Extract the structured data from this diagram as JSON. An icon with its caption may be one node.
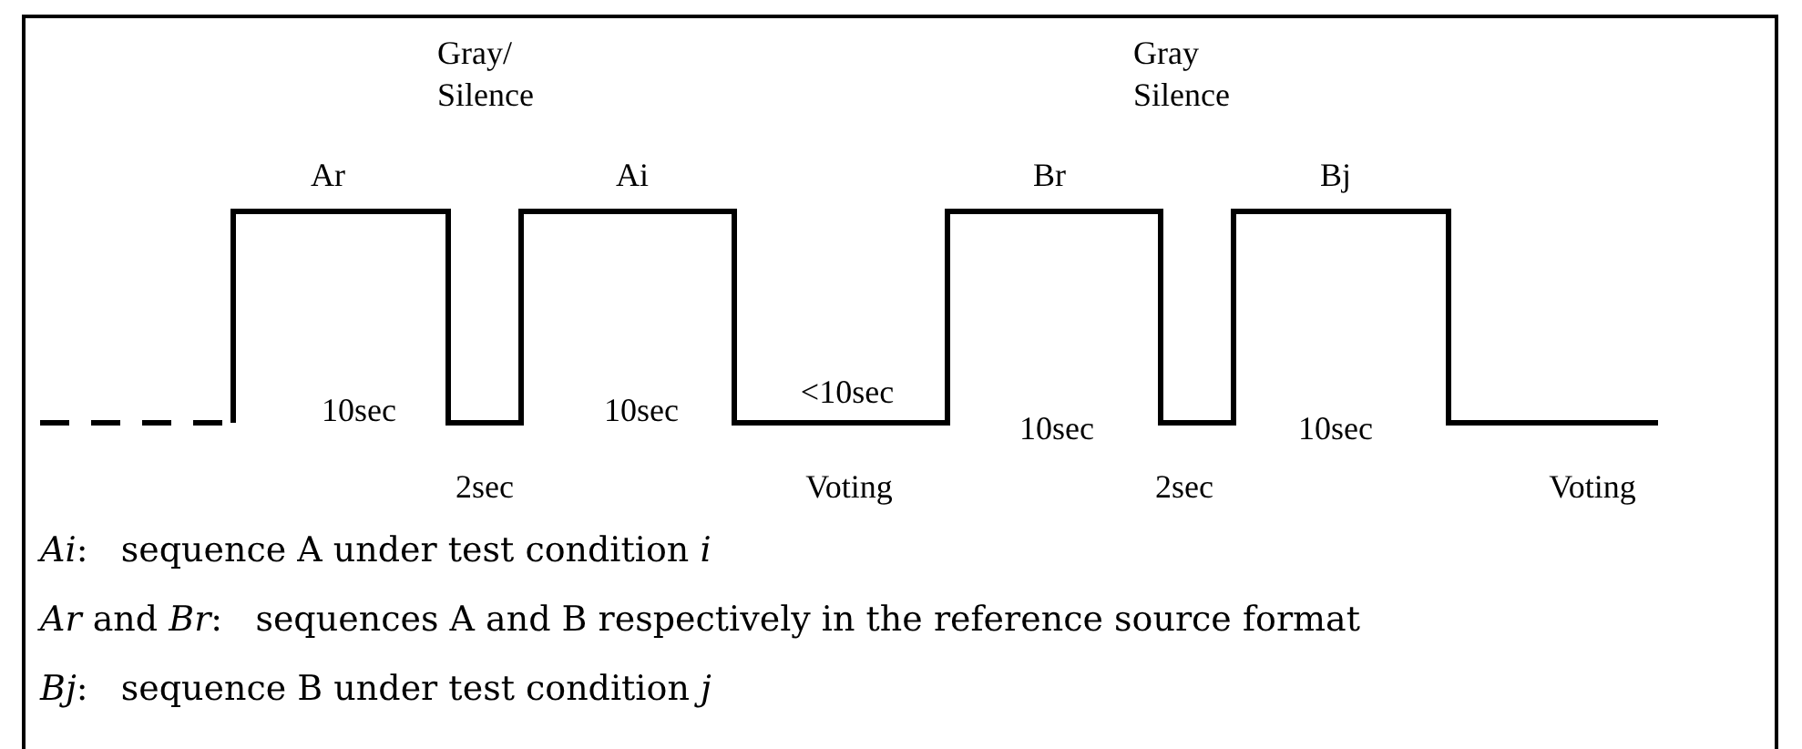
{
  "diagram": {
    "labels": [
      "Gray/ Silence",
      "Gray Silence",
      "Ar",
      "Ai",
      "Br",
      "Bj",
      "10sec",
      "10sec",
      "<10sec",
      "10sec",
      "10sec",
      "2sec",
      "Voting",
      "2sec",
      "Voting",
      "*Ai*:   sequence A under test condition *i*",
      "*Ar* and *Br*:   sequences A and B respectively in the reference source format",
      "*Bj*:   sequence B under test condition *j*"
    ]
  }
}
